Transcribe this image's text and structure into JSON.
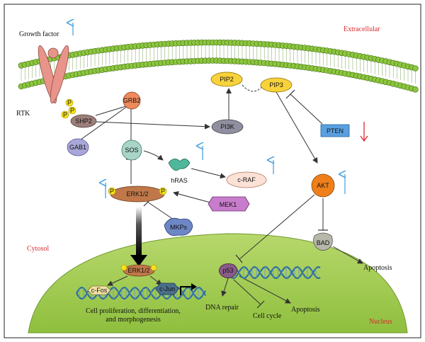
{
  "labels": {
    "growth_factor": "Growth factor",
    "extracellular": "Extracellular",
    "cytosol": "Cytosol",
    "nucleus": "Nucleus",
    "rtk": "RTK"
  },
  "nodes": {
    "shp2": "SHP2",
    "grb2": "GRB2",
    "gab1": "GAB1",
    "sos": "SOS",
    "hras": "hRAS",
    "craf": "c-RAF",
    "pi3k": "PI3K",
    "pip2": "PIP2",
    "pip3": "PIP3",
    "pten": "PTEN",
    "akt": "AKT",
    "bad": "BAD",
    "erk_cyto": "ERK1/2",
    "mek1": "MEK1",
    "mkps": "MKPs",
    "erk_nuc": "ERK1/2",
    "cfos": "c-Fos",
    "cjun": "c-Jun",
    "p53": "p53",
    "phospho": "P"
  },
  "outcomes": {
    "apoptosis_cyto": "Apoptosis",
    "dna_repair": "DNA repair",
    "cell_cycle": "Cell cycle",
    "apoptosis_nuc": "Apoptosis",
    "proliferation_line1": "Cell proliferation, differentiation,",
    "proliferation_line2": "and morphogenesis"
  },
  "colors": {
    "up_arrow": "#4aa3df",
    "down_arrow": "#d8292f",
    "membrane": "#8dc63f",
    "nucleus": "#a8cf5a",
    "rtk": "#e8948a",
    "phospho": "#f6e21b",
    "akt": "#ef7f1a",
    "mek1": "#c77dcb",
    "mkps": "#6d86c6",
    "pten": "#5aa0e0",
    "erk": "#c0784a"
  }
}
